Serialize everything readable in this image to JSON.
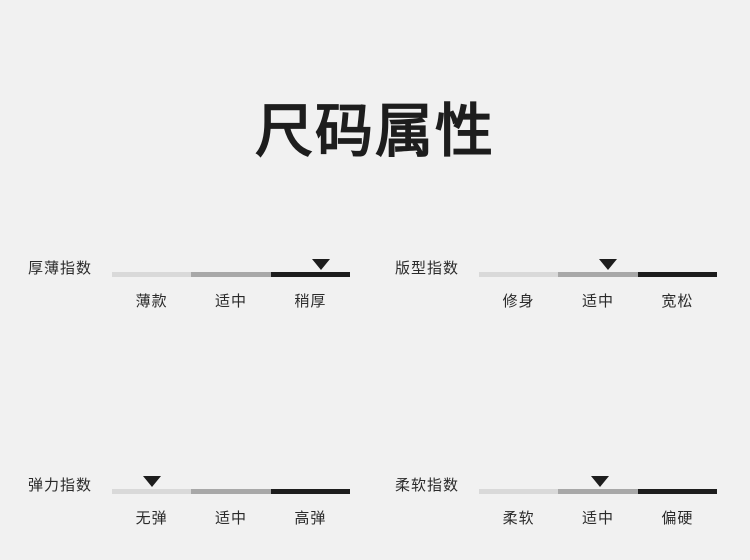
{
  "page": {
    "title": "尺码属性",
    "background_color": "#f1f1f1",
    "text_color": "#231f20"
  },
  "meters": [
    {
      "label": "厚薄指数",
      "ticks": [
        "薄款",
        "适中",
        "稍厚"
      ],
      "marker_percent": 88,
      "marker_segment": "稍厚",
      "track_colors": [
        "#d9d9d9",
        "#a8a8a8",
        "#1d1d1d"
      ]
    },
    {
      "label": "版型指数",
      "ticks": [
        "修身",
        "适中",
        "宽松"
      ],
      "marker_percent": 54,
      "marker_segment": "适中",
      "track_colors": [
        "#d9d9d9",
        "#a8a8a8",
        "#1d1d1d"
      ]
    },
    {
      "label": "弹力指数",
      "ticks": [
        "无弹",
        "适中",
        "高弹"
      ],
      "marker_percent": 17,
      "marker_segment": "无弹",
      "track_colors": [
        "#d9d9d9",
        "#a8a8a8",
        "#1d1d1d"
      ]
    },
    {
      "label": "柔软指数",
      "ticks": [
        "柔软",
        "适中",
        "偏硬"
      ],
      "marker_percent": 51,
      "marker_segment": "适中",
      "track_colors": [
        "#d9d9d9",
        "#a8a8a8",
        "#1d1d1d"
      ]
    }
  ]
}
